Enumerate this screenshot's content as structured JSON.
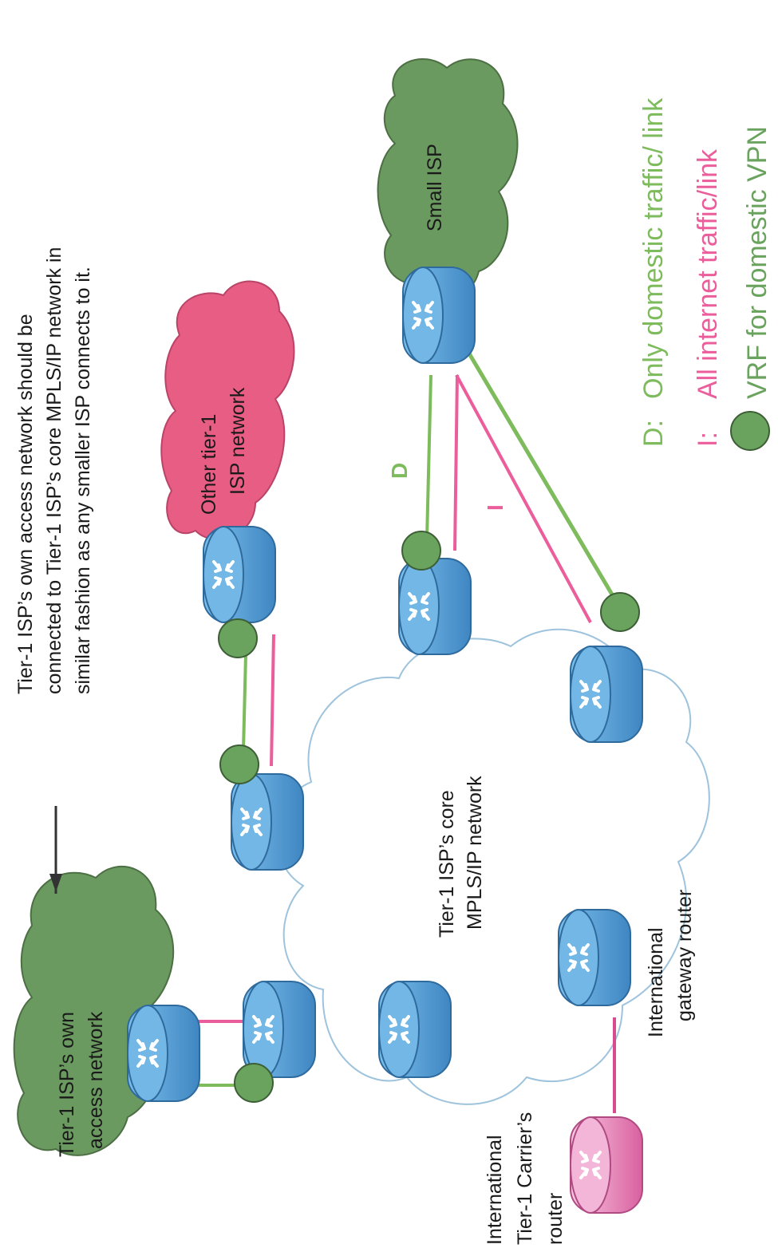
{
  "title_note": {
    "lines": [
      "Tier-1 ISP’s own access network should be",
      "connected to Tier-1 ISP’s core MPLS/IP network in",
      "similar fashion as any smaller ISP connects to it."
    ]
  },
  "clouds": {
    "own_access": [
      "Tier-1 ISP’s own",
      "access network"
    ],
    "other_tier1": [
      "Other tier-1",
      "ISP network"
    ],
    "small_isp": [
      "Small ISP"
    ],
    "core": [
      "Tier-1 ISP’s core",
      "MPLS/IP network"
    ]
  },
  "router_labels": {
    "intl_gateway": [
      "International",
      "gateway router"
    ],
    "intl_carrier": [
      "International",
      "Tier-1 Carrier’s",
      "router"
    ]
  },
  "link_labels": {
    "domestic": "D",
    "internet": "I"
  },
  "legend": {
    "items": [
      {
        "key": "D:",
        "text": "Only domestic traffic/ link",
        "color": "#7dbb5c"
      },
      {
        "key": "I:",
        "text": "All internet traffic/link",
        "color": "#ec5d9b"
      },
      {
        "key": "",
        "text": "VRF for domestic VPN",
        "color": "#6aa35e"
      }
    ]
  },
  "colors": {
    "router_blue": "#5aa2d8",
    "router_pink": "#f0a3cd",
    "cloud_green": "#6a9a5f",
    "cloud_pink": "#e85d84",
    "domestic_link": "#7dbb5c",
    "internet_link": "#ec5d9b",
    "vrf_dot": "#6aa35e",
    "core_outline": "#9ec3dc"
  }
}
